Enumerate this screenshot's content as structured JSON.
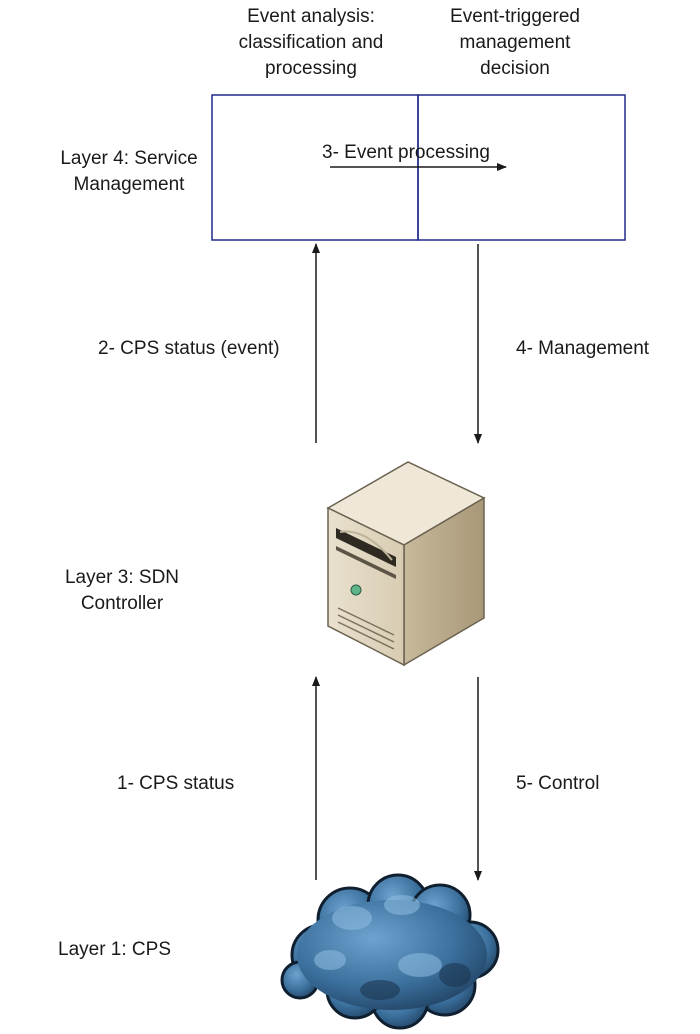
{
  "layers": {
    "layer4": "Layer 4: Service\nManagement",
    "layer3": "Layer 3: SDN\nController",
    "layer1": "Layer 1: CPS"
  },
  "service_box": {
    "col1_heading": "Event analysis:\nclassification and\nprocessing",
    "col2_heading": "Event-triggered\nmanagement\ndecision",
    "process_label": "3- Event processing",
    "border_color": "#1f2a8a"
  },
  "arrows": {
    "step1": "1- CPS status",
    "step2": "2- CPS status (event)",
    "step4": "4- Management",
    "step5": "5- Control"
  },
  "icons": {
    "controller": "server-icon",
    "cps": "cloud-icon"
  }
}
